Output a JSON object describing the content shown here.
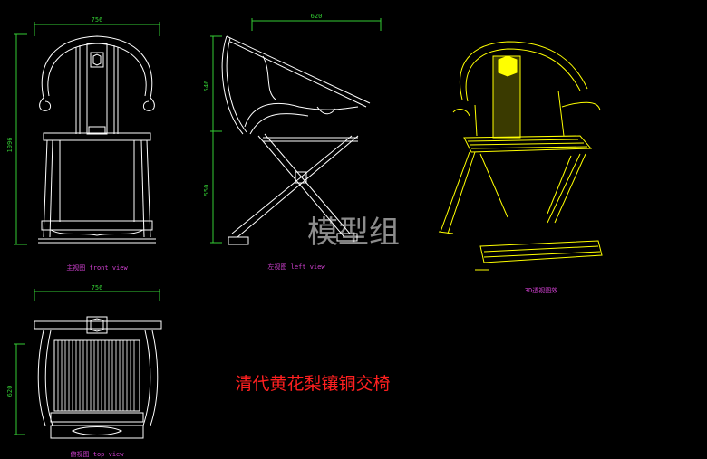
{
  "drawing": {
    "title": "清代黄花梨镶铜交椅",
    "watermark": "模型组",
    "colors": {
      "background": "#000000",
      "lines": "#ffffff",
      "dimension": "#33cc33",
      "caption": "#d040d0",
      "iso_view": "#ffff00",
      "title": "#ff2020"
    }
  },
  "views": {
    "front": {
      "caption": "主视图  front view",
      "dim_width": "756",
      "dim_height": "1096"
    },
    "left": {
      "caption": "左视图  left view",
      "dim_width": "620",
      "dim_upper": "546",
      "dim_seat": "550"
    },
    "iso": {
      "caption": "3D透视图效"
    },
    "top": {
      "caption": "俯视图  top view",
      "dim_width": "756",
      "dim_depth": "620"
    }
  }
}
